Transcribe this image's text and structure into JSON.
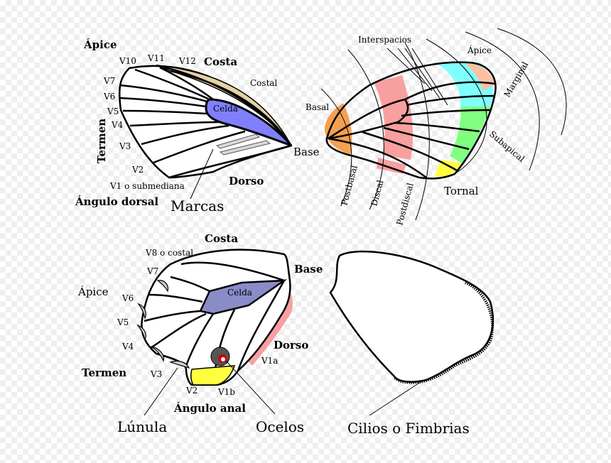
{
  "forewing": {
    "apice": "Ápice",
    "costa": "Costa",
    "costal": "Costal",
    "termen": "Termen",
    "base": "Base",
    "dorso": "Dorso",
    "angulo_dorsal": "Ángulo dorsal",
    "marcas": "Marcas",
    "celda": "Celda",
    "veins": {
      "v10": "V10",
      "v11": "V11",
      "v12": "V12",
      "v7": "V7",
      "v6": "V6",
      "v5": "V5",
      "v4": "V4",
      "v3": "V3",
      "v2": "V2",
      "v1": "V1 o submediana"
    }
  },
  "zones": {
    "interspacios": "Interspacios",
    "apice": "Ápice",
    "marginal": "Marginal",
    "basal": "Basal",
    "subapical": "Subapical",
    "tornal": "Tornal",
    "postbasal": "Postbasal",
    "discal": "Discal",
    "postdiscal": "Postdiscal"
  },
  "hindwing": {
    "costa": "Costa",
    "v8": "V8 o costal",
    "v7": "V7",
    "apice": "Ápice",
    "v6": "V6",
    "v5": "V5",
    "base": "Base",
    "celda": "Celda",
    "v4": "V4",
    "dorso": "Dorso",
    "v1a": "V1a",
    "termen": "Termen",
    "v3": "V3",
    "v2": "V2",
    "v1b": "V1b",
    "angulo_anal": "Ángulo anal",
    "lunula": "Lúnula",
    "ocelos": "Ocelos"
  },
  "outline": {
    "cilios": "Cilios o Fimbrias"
  },
  "colors": {
    "costal_band": "#e3d3a3",
    "cell_blue": "#8080ff",
    "cell_hind": "#8a8cc8",
    "basal": "#f5a050",
    "discal": "#f8a0a0",
    "marginal": "#80ffff",
    "subapical": "#80ff80",
    "apex": "#ffc0a0",
    "tornal": "#ffff40",
    "marks": "#d8d8d8",
    "ocellus": "#555555",
    "ocellus_pupil": "#d00000"
  }
}
